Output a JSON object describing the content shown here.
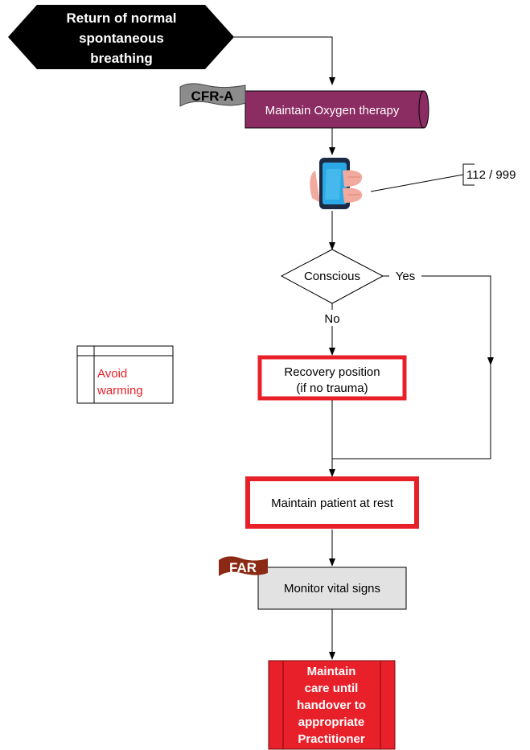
{
  "start": {
    "line1": "Return of normal",
    "line2": "spontaneous",
    "line3": "breathing"
  },
  "cfr_tag": "CFR-A",
  "oxygen": "Maintain Oxygen therapy",
  "phone_note": "112 / 999",
  "decision": {
    "label": "Conscious",
    "yes": "Yes",
    "no": "No"
  },
  "recovery": {
    "line1": "Recovery position",
    "line2": "(if no trauma)"
  },
  "annotation": {
    "line1": "Avoid",
    "line2": "warming"
  },
  "rest": "Maintain patient at rest",
  "far_tag": "FAR",
  "monitor": "Monitor vital signs",
  "handover": {
    "line1": "Maintain",
    "line2": "care until",
    "line3": "handover to",
    "line4": "appropriate",
    "line5": "Practitioner"
  },
  "colors": {
    "oxygen_fill": "#8b2c63",
    "red_border": "#e8202a",
    "red_fill": "#e8202a",
    "far_tag": "#8b2a14",
    "cfr_tag": "#8c8c8c",
    "monitor_fill": "#e2e2e2",
    "annotation_text": "#e8202a"
  },
  "icons": {
    "phone": "phone-in-hand-icon"
  }
}
